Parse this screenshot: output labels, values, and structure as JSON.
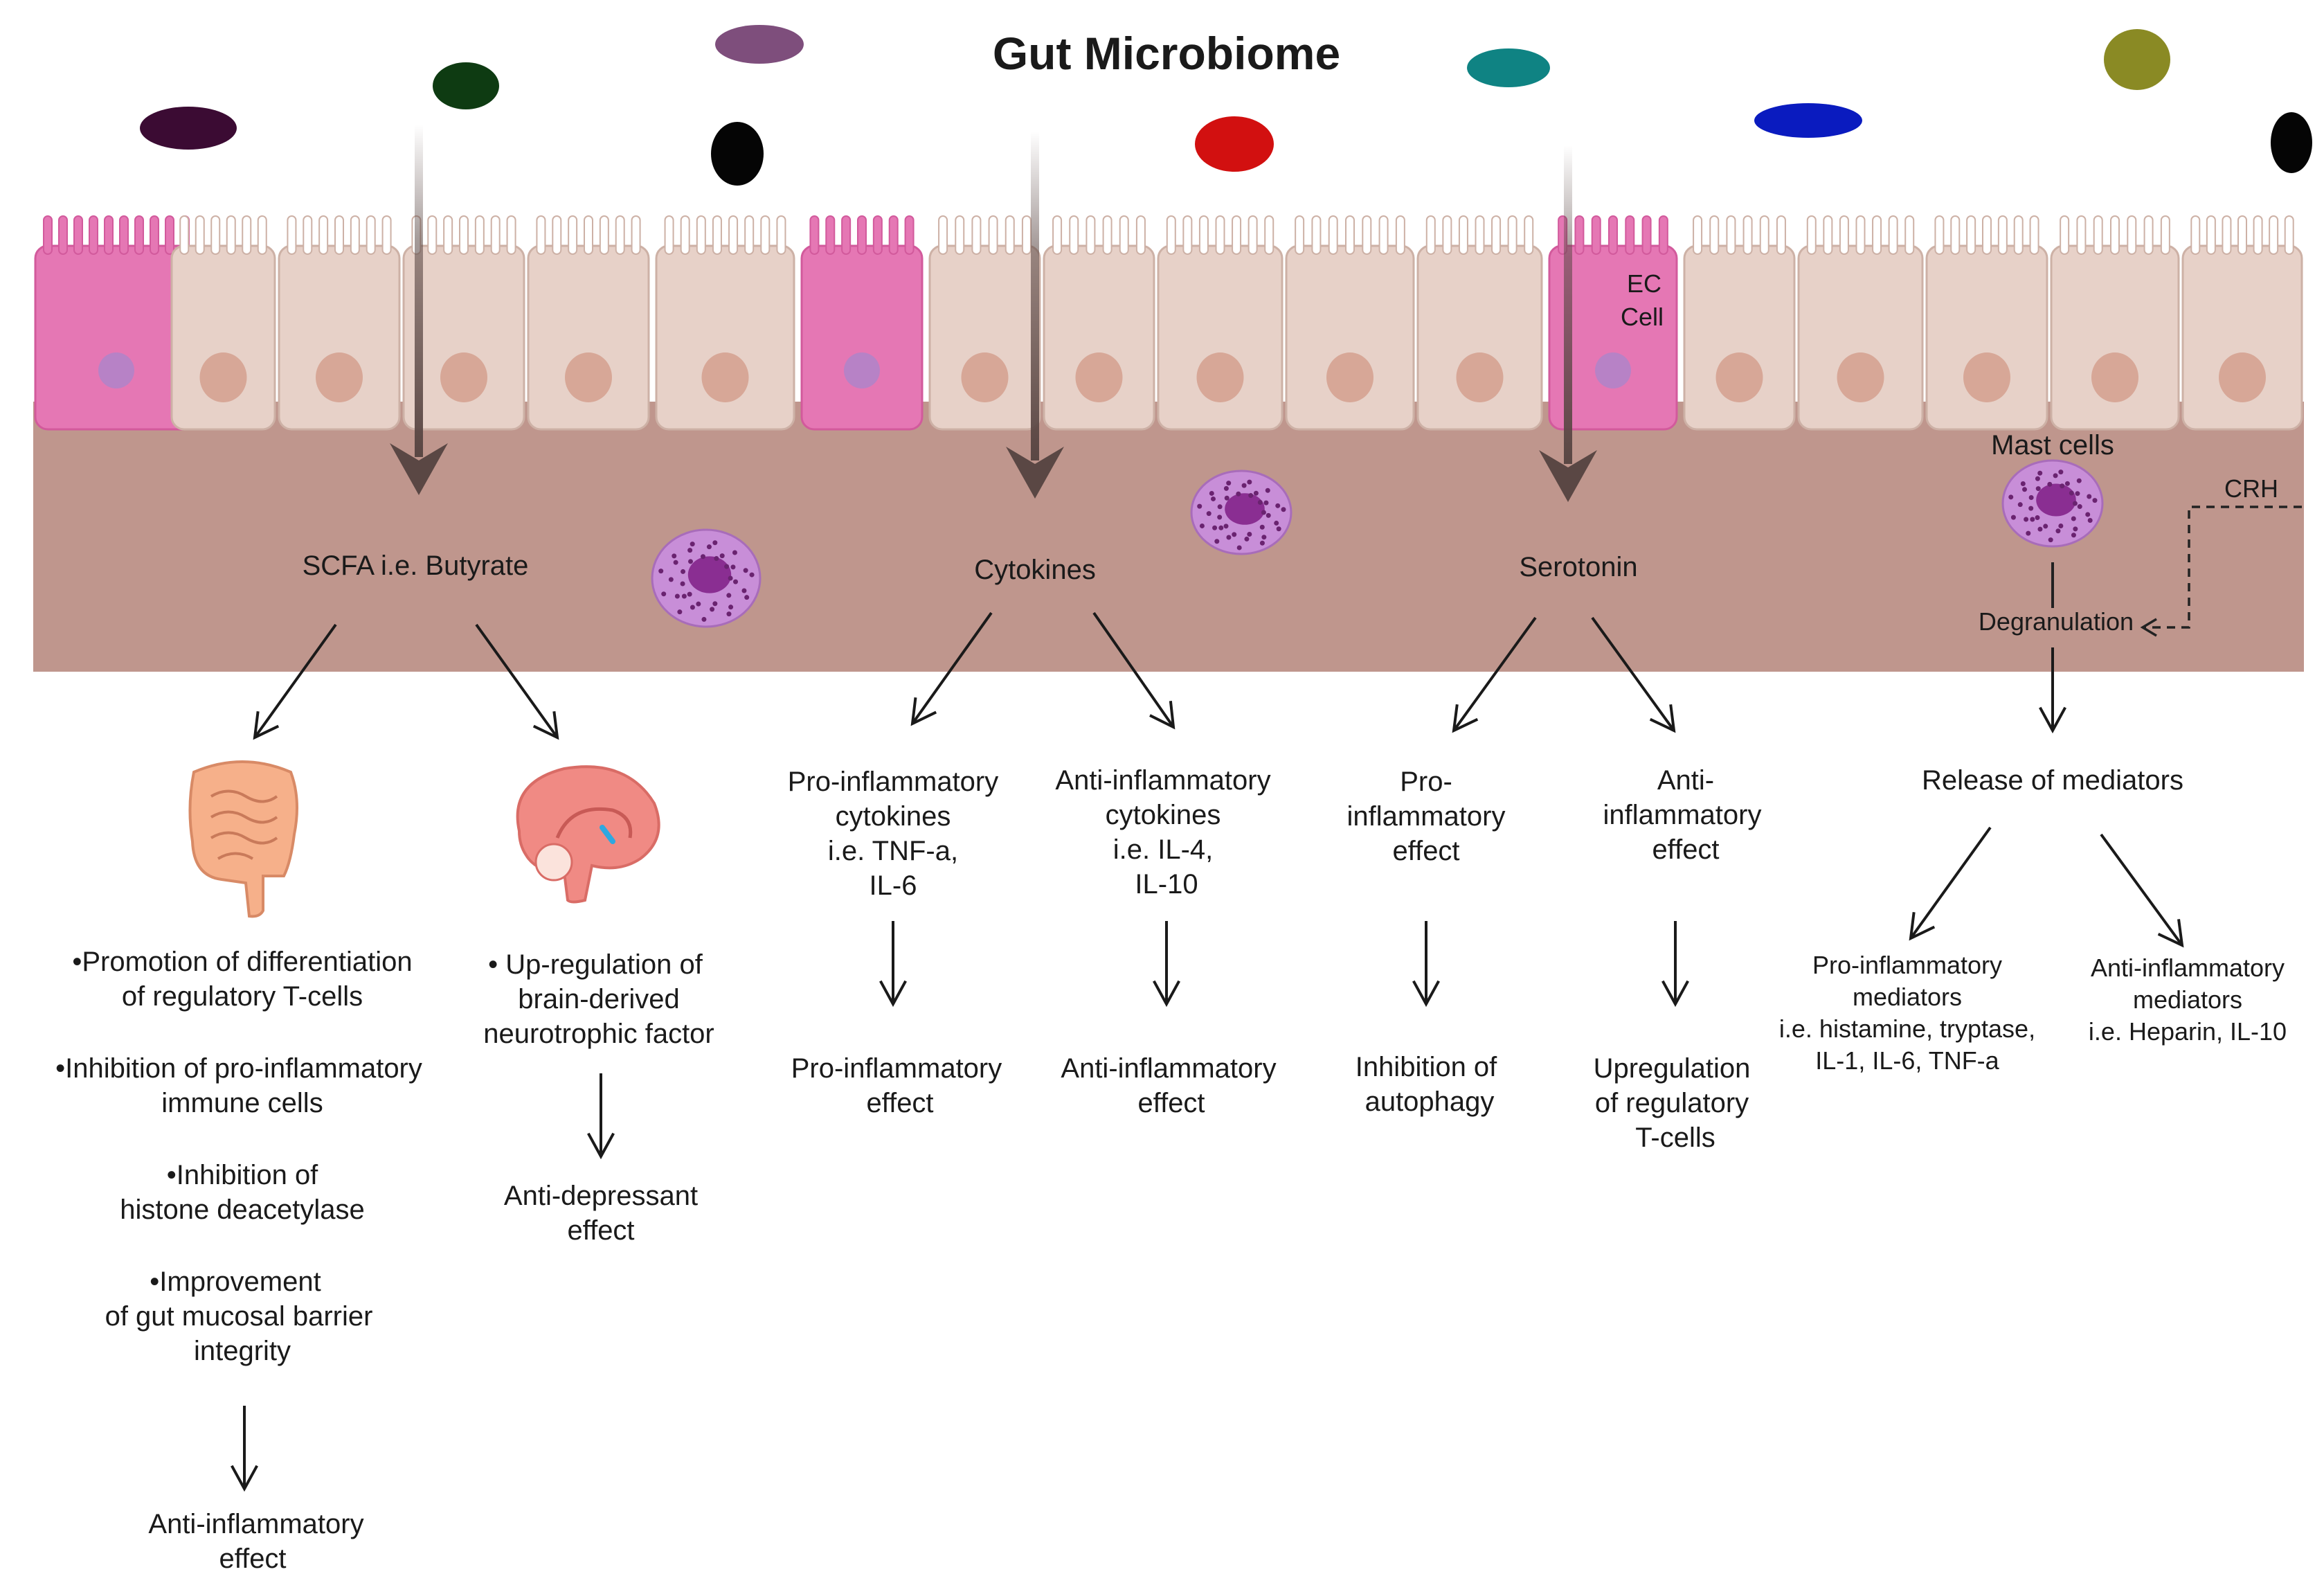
{
  "title": "Gut Microbiome",
  "cell_labels": {
    "ec_cell": [
      "EC",
      "Cell"
    ],
    "mast_cells": "Mast cells"
  },
  "crh_label": "CRH",
  "degranulation_label": "Degranulation",
  "pathways": {
    "scfa": {
      "label": "SCFA i.e. Butyrate",
      "left_branch": {
        "icon": "intestine-icon",
        "bullets": [
          [
            "•Promotion of differentiation",
            "of regulatory T-cells"
          ],
          [
            "•Inhibition of pro-inflammatory",
            "immune cells"
          ],
          [
            "•Inhibition of",
            "histone deacetylase"
          ],
          [
            "•Improvement",
            "of gut mucosal barrier",
            "integrity"
          ]
        ],
        "effect": [
          "Anti-inflammatory",
          "effect"
        ]
      },
      "right_branch": {
        "icon": "brain-icon",
        "bullet": [
          "• Up-regulation of",
          "brain-derived",
          "neurotrophic factor"
        ],
        "effect": [
          "Anti-depressant",
          "effect"
        ]
      }
    },
    "cytokines": {
      "label": "Cytokines",
      "left_branch": {
        "name": [
          "Pro-inflammatory",
          "cytokines",
          "i.e. TNF-a,",
          "IL-6"
        ],
        "effect": [
          "Pro-inflammatory",
          "effect"
        ]
      },
      "right_branch": {
        "name": [
          "Anti-inflammatory",
          "cytokines",
          "i.e. IL-4,",
          "IL-10"
        ],
        "effect": [
          "Anti-inflammatory",
          "effect"
        ]
      }
    },
    "serotonin": {
      "label": "Serotonin",
      "left_branch": {
        "name": [
          "Pro-",
          "inflammatory",
          "effect"
        ],
        "effect": [
          "Inhibition of",
          "autophagy"
        ]
      },
      "right_branch": {
        "name": [
          "Anti-",
          "inflammatory",
          "effect"
        ],
        "effect": [
          "Upregulation",
          "of regulatory",
          "T-cells"
        ]
      }
    },
    "mast": {
      "release": "Release of mediators",
      "left_branch": {
        "name": [
          "Pro-inflammatory",
          "mediators",
          "i.e. histamine, tryptase,",
          "IL-1, IL-6, TNF-a"
        ]
      },
      "right_branch": {
        "name": [
          "Anti-inflammatory",
          "mediators",
          "i.e. Heparin, IL-10"
        ]
      }
    }
  },
  "colors": {
    "lamina": "#bf968d",
    "enterocyte": "#e7d1c8",
    "enterocyte_nucleus": "#d7a797",
    "goblet": "#e577b4",
    "goblet_nucleus": "#b782c6",
    "mast_cell": "#c88ed8",
    "mast_nucleus": "#8a2e92",
    "arrow_main": "#5a4744"
  },
  "bacteria": [
    {
      "name": "bacterium-dark-purple",
      "color": "#3b0b33"
    },
    {
      "name": "bacterium-dark-green",
      "color": "#0e3b12"
    },
    {
      "name": "bacterium-mauve",
      "color": "#7e4e7c"
    },
    {
      "name": "bacterium-black-1",
      "color": "#050505"
    },
    {
      "name": "bacterium-red",
      "color": "#d21010"
    },
    {
      "name": "bacterium-teal",
      "color": "#0f8383"
    },
    {
      "name": "bacterium-blue",
      "color": "#0a1bbf"
    },
    {
      "name": "bacterium-olive",
      "color": "#8a8a24"
    },
    {
      "name": "bacterium-black-2",
      "color": "#050505"
    }
  ]
}
